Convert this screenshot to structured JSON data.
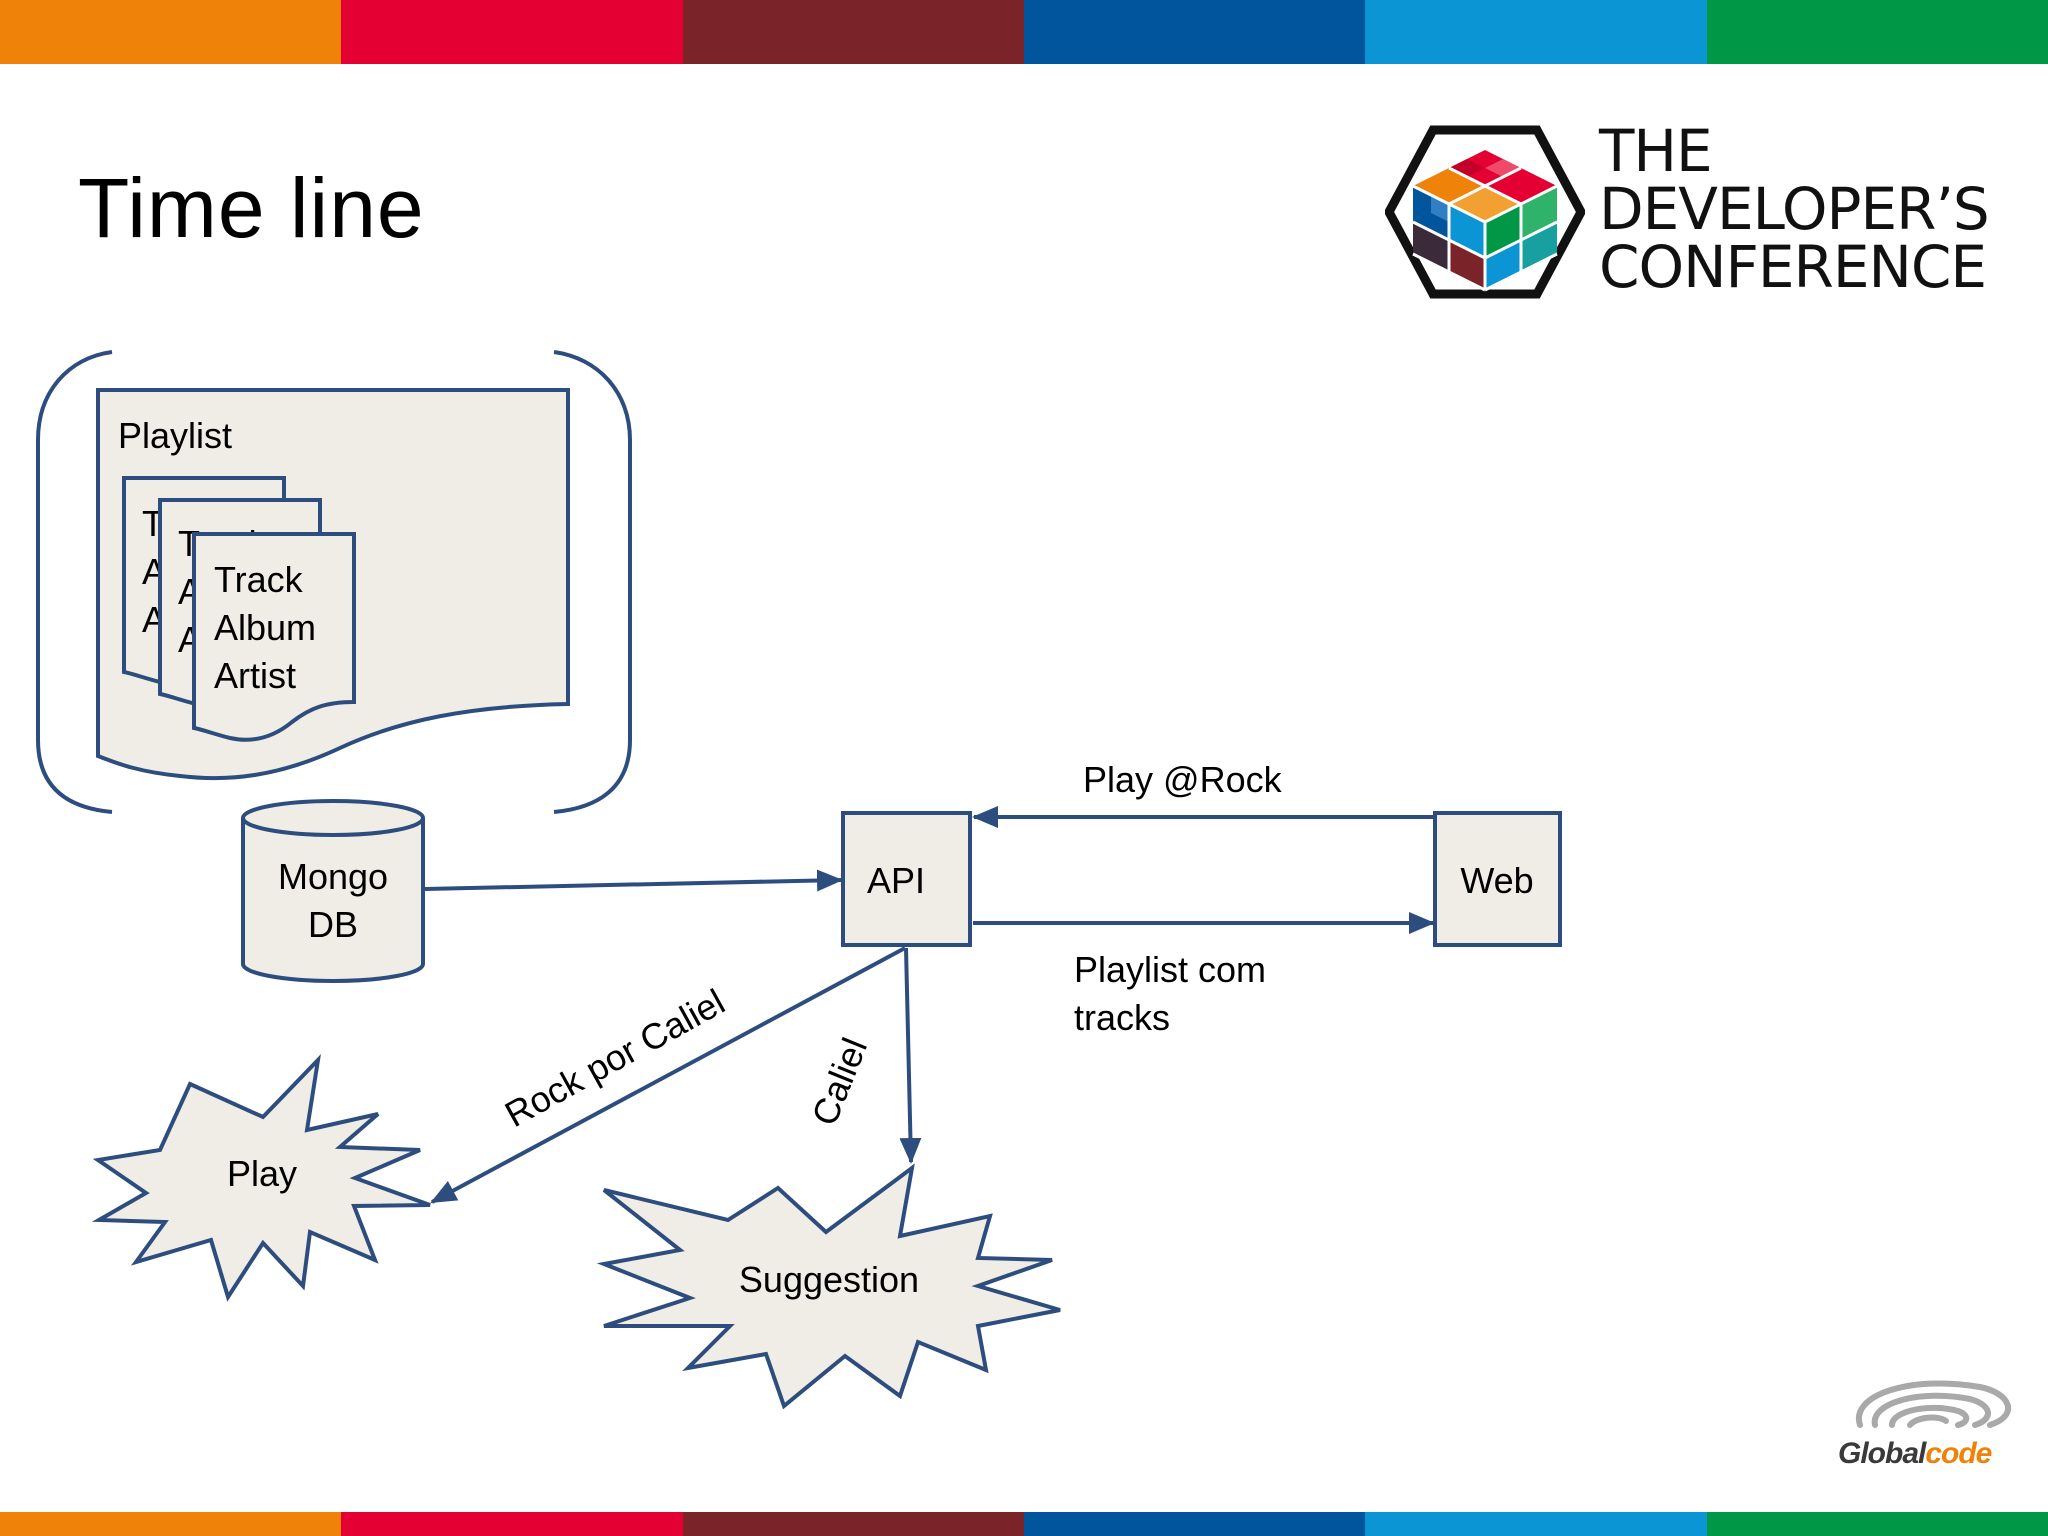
{
  "slide": {
    "title": "Time  line"
  },
  "stripes": [
    "#ef8209",
    "#e40033",
    "#7a2329",
    "#00559c",
    "#0b95d4",
    "#009846"
  ],
  "colors": {
    "stroke": "#2e4d7f",
    "fill": "#efede5",
    "text": "#000000"
  },
  "logo": {
    "name": "tdc-cube-logo",
    "lines": [
      "THE",
      "DEVELOPER’S",
      "CONFERENCE"
    ]
  },
  "diagram": {
    "playlist_label": "Playlist",
    "track_card": [
      "Track",
      "Album",
      "Artist"
    ],
    "db_label_1": "Mongo",
    "db_label_2": "DB",
    "api_label": "API",
    "web_label": "Web",
    "request_label": "Play @Rock",
    "response_label_1": "Playlist com",
    "response_label_2": "tracks",
    "rock_label": "Rock por Caliel",
    "caliel_label": "Caliel",
    "play_label": "Play",
    "suggestion_label": "Suggestion"
  },
  "footer_logo": {
    "part1": "Global",
    "part2": "code"
  }
}
